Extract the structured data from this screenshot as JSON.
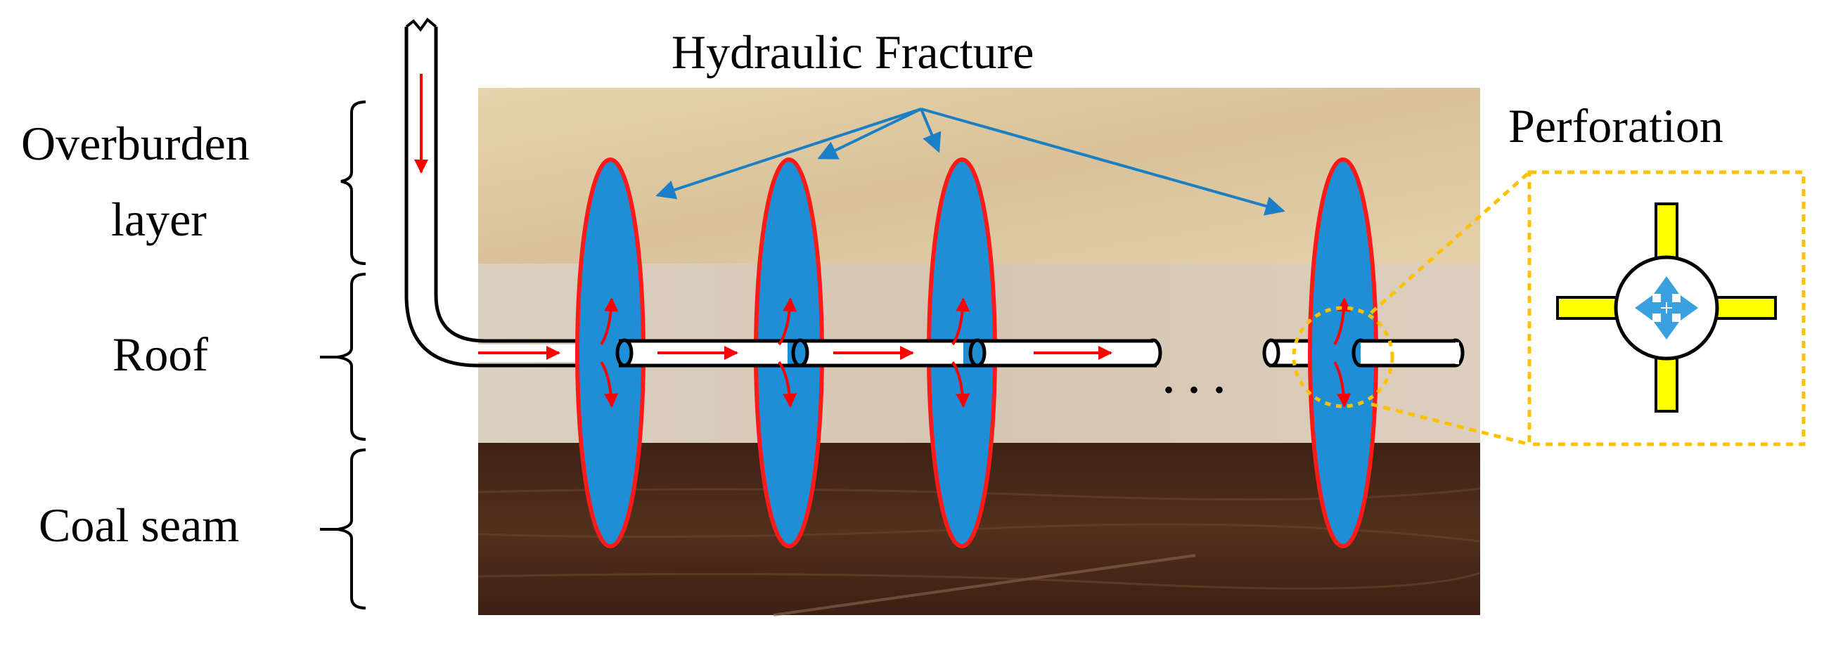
{
  "labels": {
    "hydraulic_fracture": "Hydraulic Fracture",
    "perforation": "Perforation",
    "overburden_line1": "Overburden",
    "overburden_line2": "layer",
    "roof": "Roof",
    "coal_seam": "Coal seam",
    "ellipsis": "• • •"
  },
  "layers": [
    {
      "name": "Overburden layer",
      "color": "#dcc79f"
    },
    {
      "name": "Roof",
      "color": "#d8cab7"
    },
    {
      "name": "Coal seam",
      "color": "#4a2a1a"
    }
  ],
  "colors": {
    "fracture_fill": "#1e8ed6",
    "fracture_edge": "#ff1a1a",
    "flow_arrow": "#ff0000",
    "pointer_arrow": "#1a7fc4",
    "perforation_box": "#ffc000",
    "perforation_arm": "#ffff00",
    "perforation_arrow": "#3aa0e0"
  },
  "fracture_count_drawn": 4
}
